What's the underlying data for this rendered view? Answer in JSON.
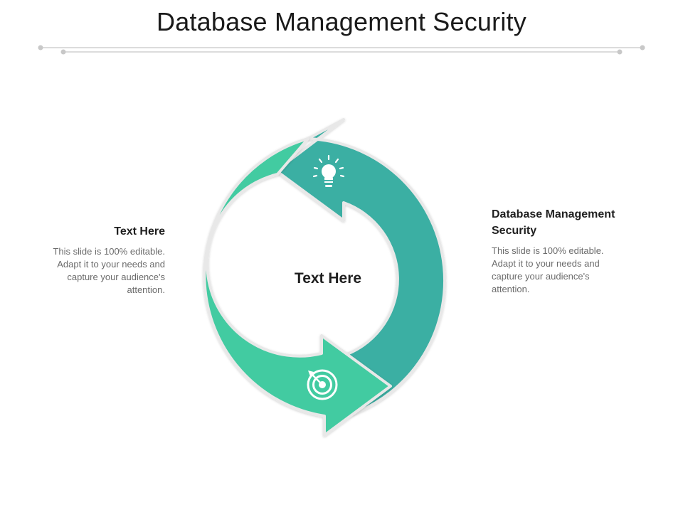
{
  "slide": {
    "title": "Database Management Security"
  },
  "diagram": {
    "center_text": "Text Here",
    "colors": {
      "left_arc": "#42cba1",
      "right_arc": "#3aafa3",
      "outline": "#e6e6e6",
      "rule": "#cfcfcf"
    },
    "icons": {
      "top": "lightbulb-icon",
      "bottom": "target-icon"
    }
  },
  "left_block": {
    "heading": "Text Here",
    "body": "This slide is 100% editable. Adapt it to your needs and capture your audience's attention."
  },
  "right_block": {
    "heading": "Database Management Security",
    "body": "This slide is 100% editable. Adapt it to your needs and capture your audience's attention."
  }
}
